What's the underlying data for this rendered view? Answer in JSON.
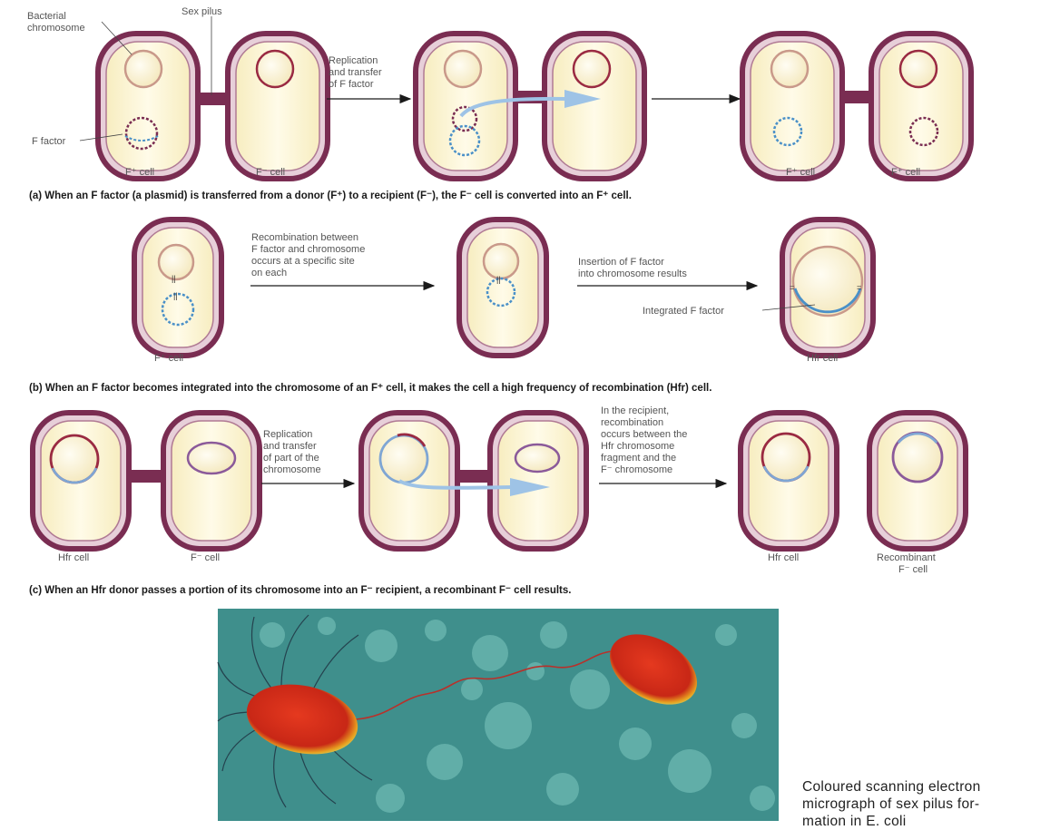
{
  "colors": {
    "cell_wall": "#7a2d52",
    "cell_wall_outer": "#c9a3b6",
    "cytoplasm": "#fdf6d8",
    "chromosome": "#9a2a42",
    "f_factor": "#4a90c8",
    "arrow": "#9ec3e6",
    "micro_bg": "#3f8f8c",
    "bacterium": "#d3301c"
  },
  "panel_a": {
    "labels": {
      "bacterial_chromosome_1": "Bacterial",
      "bacterial_chromosome_2": "chromosome",
      "sex_pilus": "Sex pilus",
      "f_factor": "F factor",
      "donor": "F⁺ cell",
      "recipient": "F⁻ cell",
      "result_left": "F⁺ cell",
      "result_right": "F⁺ cell"
    },
    "step_text": [
      "Replication",
      "and transfer",
      "of F factor"
    ],
    "caption": "(a) When an F factor (a plasmid) is transferred from a donor (F⁺) to a recipient (F⁻), the F⁻ cell is converted into an F⁺ cell."
  },
  "panel_b": {
    "labels": {
      "start_cell": "F⁺ cell",
      "hfr_cell": "Hfr cell",
      "integrated": "Integrated F factor"
    },
    "step1_text": [
      "Recombination between",
      "F factor and chromosome",
      "occurs at a specific site",
      "on each"
    ],
    "step2_text": [
      "Insertion of F factor",
      "into chromosome results"
    ],
    "caption": "(b) When an F factor becomes integrated into the chromosome of an F⁺ cell, it makes the cell a high frequency of recombination (Hfr) cell."
  },
  "panel_c": {
    "labels": {
      "hfr_donor": "Hfr cell",
      "recipient": "F⁻ cell",
      "hfr_result": "Hfr cell",
      "recombinant_1": "Recombinant",
      "recombinant_2": "F⁻ cell"
    },
    "step1_text": [
      "Replication",
      "and transfer",
      "of part of the",
      "chromosome"
    ],
    "step2_text": [
      "In the recipient,",
      "recombination",
      "occurs between the",
      "Hfr chromosome",
      "fragment and the",
      "F⁻ chromosome"
    ],
    "caption": "(c) When an Hfr donor passes a portion of its chromosome into an F⁻ recipient, a recombinant F⁻ cell results."
  },
  "micrograph": {
    "caption_line1": "Coloured scanning electron",
    "caption_line2": "micrograph of sex pilus for-",
    "caption_line3": "mation in E. coli"
  }
}
